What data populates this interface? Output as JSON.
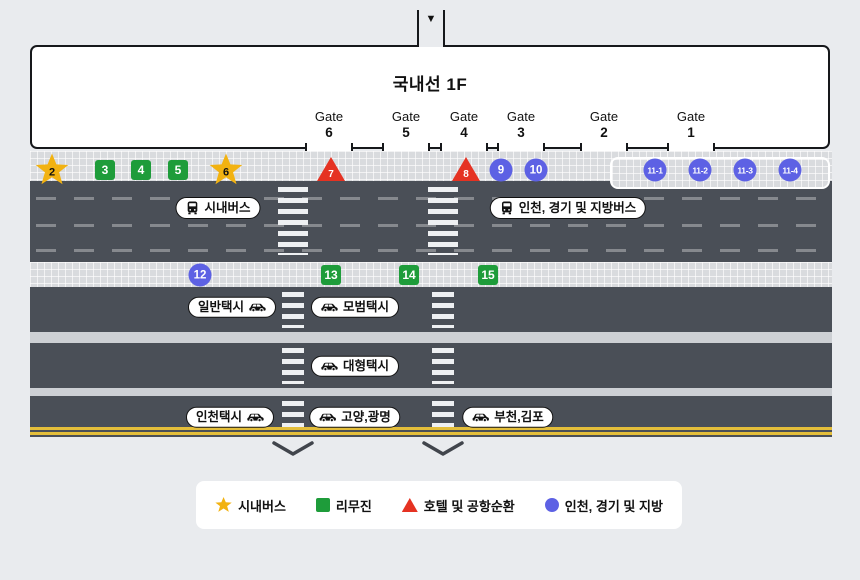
{
  "title": "국내선 1F",
  "entrance_arrow": "▼",
  "gates": [
    {
      "label": "Gate",
      "number": "6"
    },
    {
      "label": "Gate",
      "number": "5"
    },
    {
      "label": "Gate",
      "number": "4"
    },
    {
      "label": "Gate",
      "number": "3"
    },
    {
      "label": "Gate",
      "number": "2"
    },
    {
      "label": "Gate",
      "number": "1"
    }
  ],
  "stops": {
    "sidewalk": [
      {
        "id": "2",
        "type": "star"
      },
      {
        "id": "3",
        "type": "square"
      },
      {
        "id": "4",
        "type": "square"
      },
      {
        "id": "5",
        "type": "square"
      },
      {
        "id": "6",
        "type": "star"
      },
      {
        "id": "7",
        "type": "triangle"
      },
      {
        "id": "8",
        "type": "triangle"
      },
      {
        "id": "9",
        "type": "circle"
      },
      {
        "id": "10",
        "type": "circle"
      },
      {
        "id": "11-1",
        "type": "circle"
      },
      {
        "id": "11-2",
        "type": "circle"
      },
      {
        "id": "11-3",
        "type": "circle"
      },
      {
        "id": "11-4",
        "type": "circle"
      }
    ],
    "median": [
      {
        "id": "12",
        "type": "circle"
      },
      {
        "id": "13",
        "type": "square"
      },
      {
        "id": "14",
        "type": "square"
      },
      {
        "id": "15",
        "type": "square"
      }
    ]
  },
  "lane_labels": {
    "city_bus": "시내버스",
    "regional_bus": "인천, 경기 및 지방버스",
    "standard_taxi": "일반택시",
    "deluxe_taxi": "모범택시",
    "large_taxi": "대형택시",
    "incheon_taxi": "인천택시",
    "goyang_gwangmyeong": "고양,광명",
    "bucheon_gimpo": "부천,김포"
  },
  "legend": {
    "items": [
      {
        "type": "star",
        "label": "시내버스"
      },
      {
        "type": "square",
        "label": "리무진"
      },
      {
        "type": "triangle",
        "label": "호텔 및 공항순환"
      },
      {
        "type": "circle",
        "label": "인천, 경기 및 지방"
      }
    ]
  },
  "colors": {
    "star": "#f2b211",
    "square": "#1e9c3a",
    "triangle": "#e53222",
    "circle": "#5d61e4",
    "road": "#4a4f57",
    "yellow_line": "#e4be3a",
    "background": "#e9ebee"
  }
}
